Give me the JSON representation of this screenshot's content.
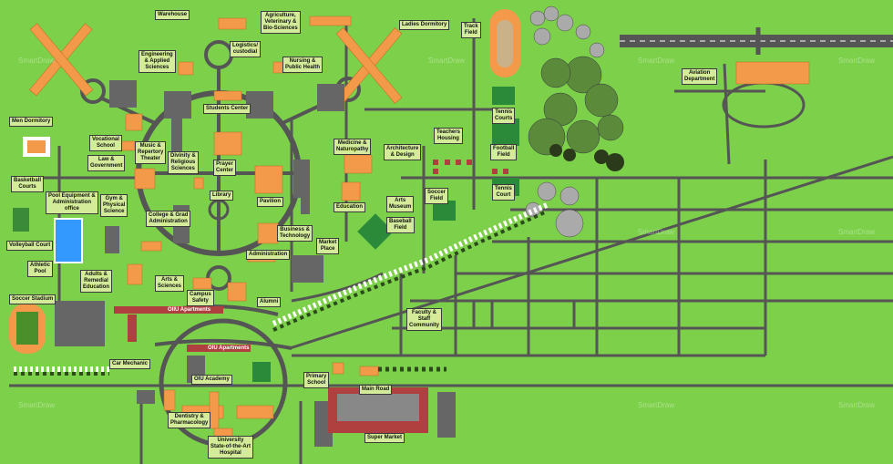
{
  "colors": {
    "grass": "#7dd04a",
    "road": "#555555",
    "building": "#f39a4a",
    "label_bg": "#d4ec9a",
    "apartment": "#b04040"
  },
  "watermark": "SmartDraw",
  "labels": {
    "warehouse": "Warehouse",
    "agriculture": "Agriculture,\nVeterinary &\nBio-Sciences",
    "logistics": "Logistics/\ncustodial",
    "ladies_dormitory": "Ladies Dormitory",
    "track_field": "Track\nField",
    "engineering": "Engineering\n& Applied\nSciences",
    "nursing": "Nursing &\nPublic Health",
    "aviation": "Aviation\nDepartment",
    "men_dormitory": "Men Dormitory",
    "students_center": "Students Center",
    "tennis_courts": "Tennis\nCourts",
    "teachers_housing": "Teachers\nHousing",
    "vocational_school": "Vocational\nSchool",
    "music_theater": "Music &\nRepertory\nTheater",
    "divinity": "Divinity &\nReligious\nSciences",
    "prayer_center": "Prayer\nCenter",
    "medicine": "Medicine &\nNaturopathy",
    "architecture": "Architecture\n& Design",
    "football_field": "Football\nField",
    "law_government": "Law &\nGovernment",
    "basketball_courts": "Basketball\nCourts",
    "library": "Library",
    "pavilion": "Pavilion",
    "education": "Education",
    "soccer_field": "Soccer\nField",
    "tennis_court": "Tennis\nCourt",
    "pool_equipment": "Pool Equipment &\nAdministration\noffice",
    "gym": "Gym &\nPhysical\nScience",
    "college_grad_admin": "College & Grad\nAdministration",
    "arts_museum": "Arts\nMuseum",
    "baseball_field": "Baseball\nField",
    "volleyball_court": "Volleyball Court",
    "business": "Business &\nTechnology",
    "market_place": "Market\nPlace",
    "administration": "Administration",
    "athletic_pool": "Athletic\nPool",
    "adults_remedial": "Adults &\nRemedial\nEducation",
    "arts_sciences": "Arts &\nSciences",
    "campus_safety": "Campus\nSafety",
    "alumni": "Alumni",
    "soccer_stadium": "Soccer Stadium",
    "faculty_staff": "Faculty &\nStaff\nCommunity",
    "oiu_apartments_1": "OIIU Apartments",
    "oiu_apartments_2": "OIU Apartments",
    "car_mechanic": "Car Mechanic",
    "oiu_academy": "OIU Academy",
    "primary_school": "Primary\nSchool",
    "main_road": "Main Road",
    "dentistry": "Dentistry &\nPharmacology",
    "super_market": "Super Market",
    "hospital": "University\nState-of-the-Art\nHospital"
  }
}
